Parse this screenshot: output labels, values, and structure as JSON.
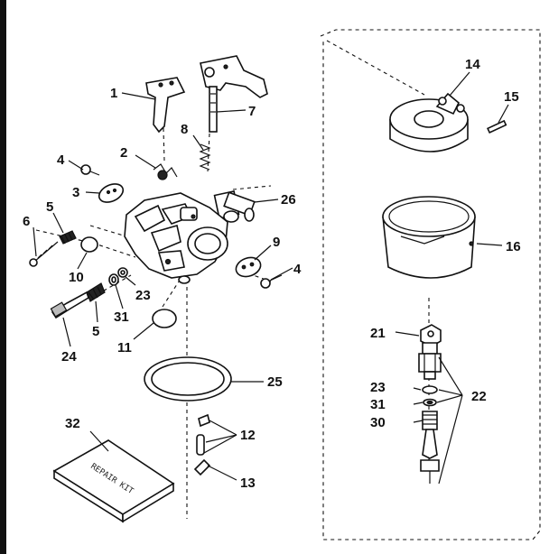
{
  "labels": {
    "l1": "1",
    "l2": "2",
    "l3": "3",
    "l4a": "4",
    "l4b": "4",
    "l5a": "5",
    "l5b": "5",
    "l6": "6",
    "l7": "7",
    "l8": "8",
    "l9": "9",
    "l10": "10",
    "l11": "11",
    "l12": "12",
    "l13": "13",
    "l14": "14",
    "l15": "15",
    "l16": "16",
    "l21": "21",
    "l22": "22",
    "l23a": "23",
    "l23b": "23",
    "l24": "24",
    "l25": "25",
    "l26": "26",
    "l30": "30",
    "l31a": "31",
    "l31b": "31",
    "l32": "32"
  },
  "kit_text": "REPAIR KIT"
}
